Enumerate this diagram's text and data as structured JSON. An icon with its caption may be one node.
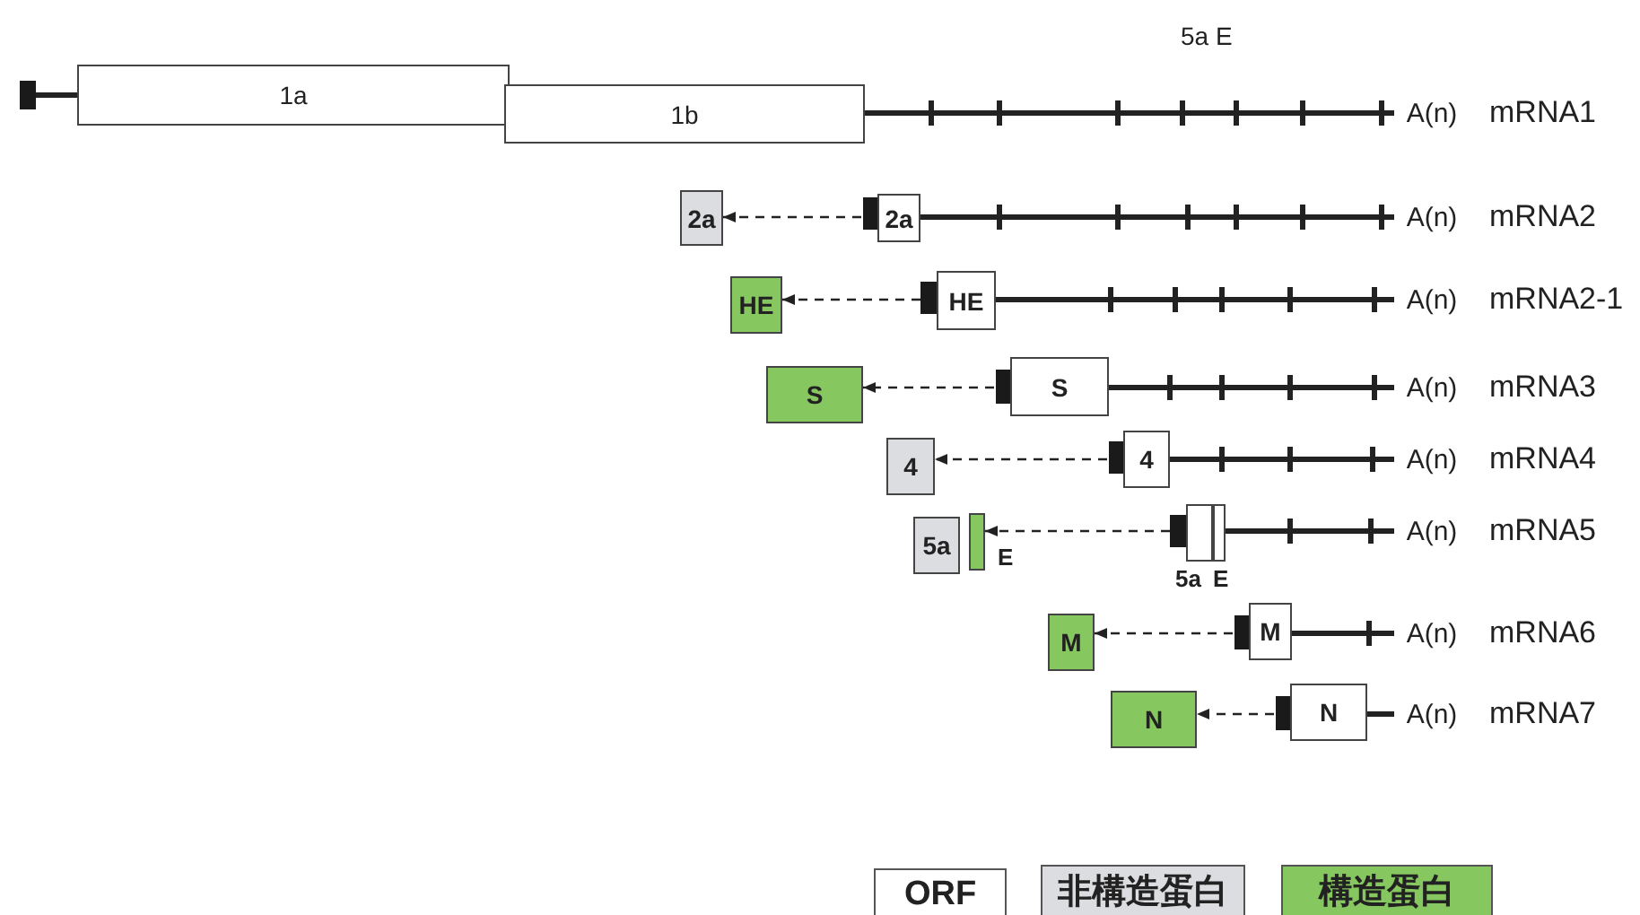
{
  "diagram": {
    "nodes": [
      {
        "text": [
          "1a"
        ]
      },
      {
        "text": [
          "1b"
        ]
      },
      {
        "text": [
          "2a"
        ]
      },
      {
        "text": [
          "2a"
        ]
      },
      {
        "text": [
          "HE"
        ]
      },
      {
        "text": [
          "HE"
        ]
      },
      {
        "text": [
          "S"
        ]
      },
      {
        "text": [
          "S"
        ]
      },
      {
        "text": [
          "4"
        ]
      },
      {
        "text": [
          "4"
        ]
      },
      {
        "text": [
          "5a"
        ]
      },
      {
        "text": [],
        "shape": "box",
        "beside": [
          "E"
        ]
      },
      {
        "text": [],
        "shape": "box",
        "beside": [
          "5a"
        ]
      },
      {
        "text": [],
        "shape": "box",
        "beside": [
          "E"
        ]
      },
      {
        "text": [
          "M"
        ]
      },
      {
        "text": [
          "M"
        ]
      },
      {
        "text": [
          "N"
        ]
      },
      {
        "text": [
          "N"
        ]
      },
      {
        "text": [
          "A(n)"
        ]
      },
      {
        "text": [
          "A(n)"
        ]
      },
      {
        "text": [
          "A(n)"
        ]
      },
      {
        "text": [
          "A(n)"
        ]
      },
      {
        "text": [
          "A(n)"
        ]
      },
      {
        "text": [
          "A(n)"
        ]
      },
      {
        "text": [
          "A(n)"
        ]
      },
      {
        "text": [
          "A(n)"
        ]
      }
    ],
    "edges": [
      {
        "from": 3,
        "to": 2,
        "arrow": "to",
        "style": "dashed"
      },
      {
        "from": 5,
        "to": 4,
        "arrow": "to",
        "style": "dashed"
      },
      {
        "from": 7,
        "to": 6,
        "arrow": "to",
        "style": "dashed"
      },
      {
        "from": 9,
        "to": 8,
        "arrow": "to",
        "style": "dashed"
      },
      {
        "from": 12,
        "to": 11,
        "arrow": "to",
        "style": "dashed"
      },
      {
        "from": 15,
        "to": 14,
        "arrow": "to",
        "style": "dashed"
      },
      {
        "from": 17,
        "to": 16,
        "arrow": "to",
        "style": "dashed"
      },
      {
        "from": 1,
        "to": 18,
        "arrow": "none"
      },
      {
        "from": 3,
        "to": 19,
        "arrow": "none"
      },
      {
        "from": 5,
        "to": 20,
        "arrow": "none"
      },
      {
        "from": 7,
        "to": 21,
        "arrow": "none"
      },
      {
        "from": 9,
        "to": 22,
        "arrow": "none"
      },
      {
        "from": 13,
        "to": 23,
        "arrow": "none"
      },
      {
        "from": 15,
        "to": 24,
        "arrow": "none"
      },
      {
        "from": 17,
        "to": 25,
        "arrow": "none"
      }
    ],
    "labels": [
      "5a E",
      "mRNA1",
      "mRNA2",
      "mRNA2-1",
      "mRNA3",
      "mRNA4",
      "mRNA5",
      "mRNA6",
      "mRNA7"
    ],
    "legend": [
      {
        "text": "ORF",
        "color": "#ffffff"
      },
      {
        "text": "非構造蛋白",
        "color": "#dcdde0"
      },
      {
        "text": "構造蛋白",
        "color": "#86c760"
      }
    ]
  }
}
